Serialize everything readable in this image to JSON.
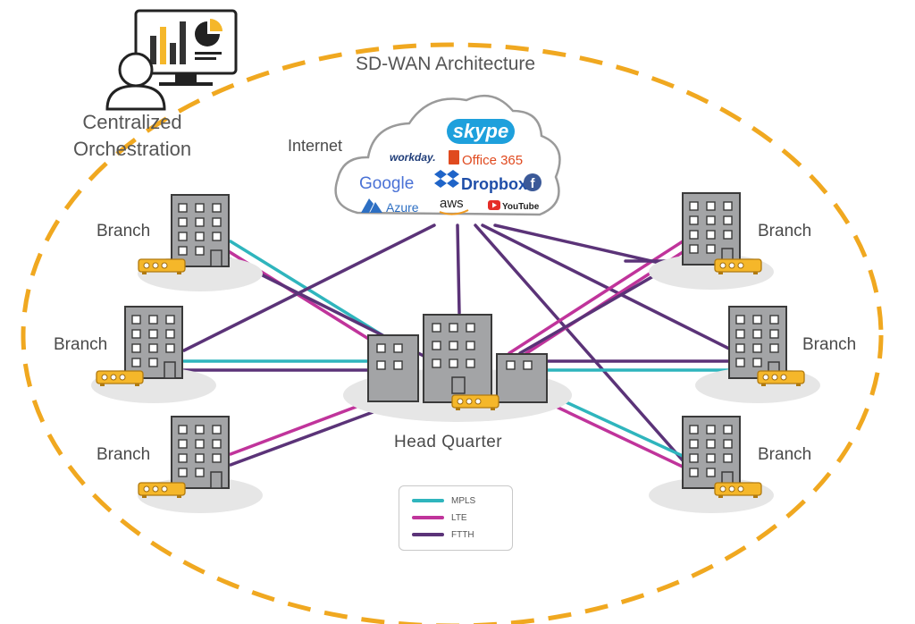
{
  "title": "SD-WAN Architecture",
  "orchestration": {
    "line1": "Centralized",
    "line2": "Orchestration"
  },
  "internet_label": "Internet",
  "hq_label": "Head  Quarter",
  "branches": [
    "Branch",
    "Branch",
    "Branch",
    "Branch",
    "Branch",
    "Branch"
  ],
  "cloud_services": {
    "skype": "skype",
    "workday": "workday.",
    "office": "Office 365",
    "google": "Google",
    "dropbox": "Dropbox",
    "facebook": "f",
    "azure": "Azure",
    "aws": "aws",
    "youtube": "YouTube"
  },
  "legend": [
    {
      "label": "MPLS",
      "color": "#2fb5bd"
    },
    {
      "label": "LTE",
      "color": "#c0349b"
    },
    {
      "label": "FTTH",
      "color": "#5b3378"
    }
  ],
  "colors": {
    "ellipse_dash": "#f0a820",
    "building": "#a3a4a6",
    "router": "#f5b72a",
    "mpls": "#2fb5bd",
    "lte": "#c0349b",
    "ftth": "#5b3378"
  }
}
